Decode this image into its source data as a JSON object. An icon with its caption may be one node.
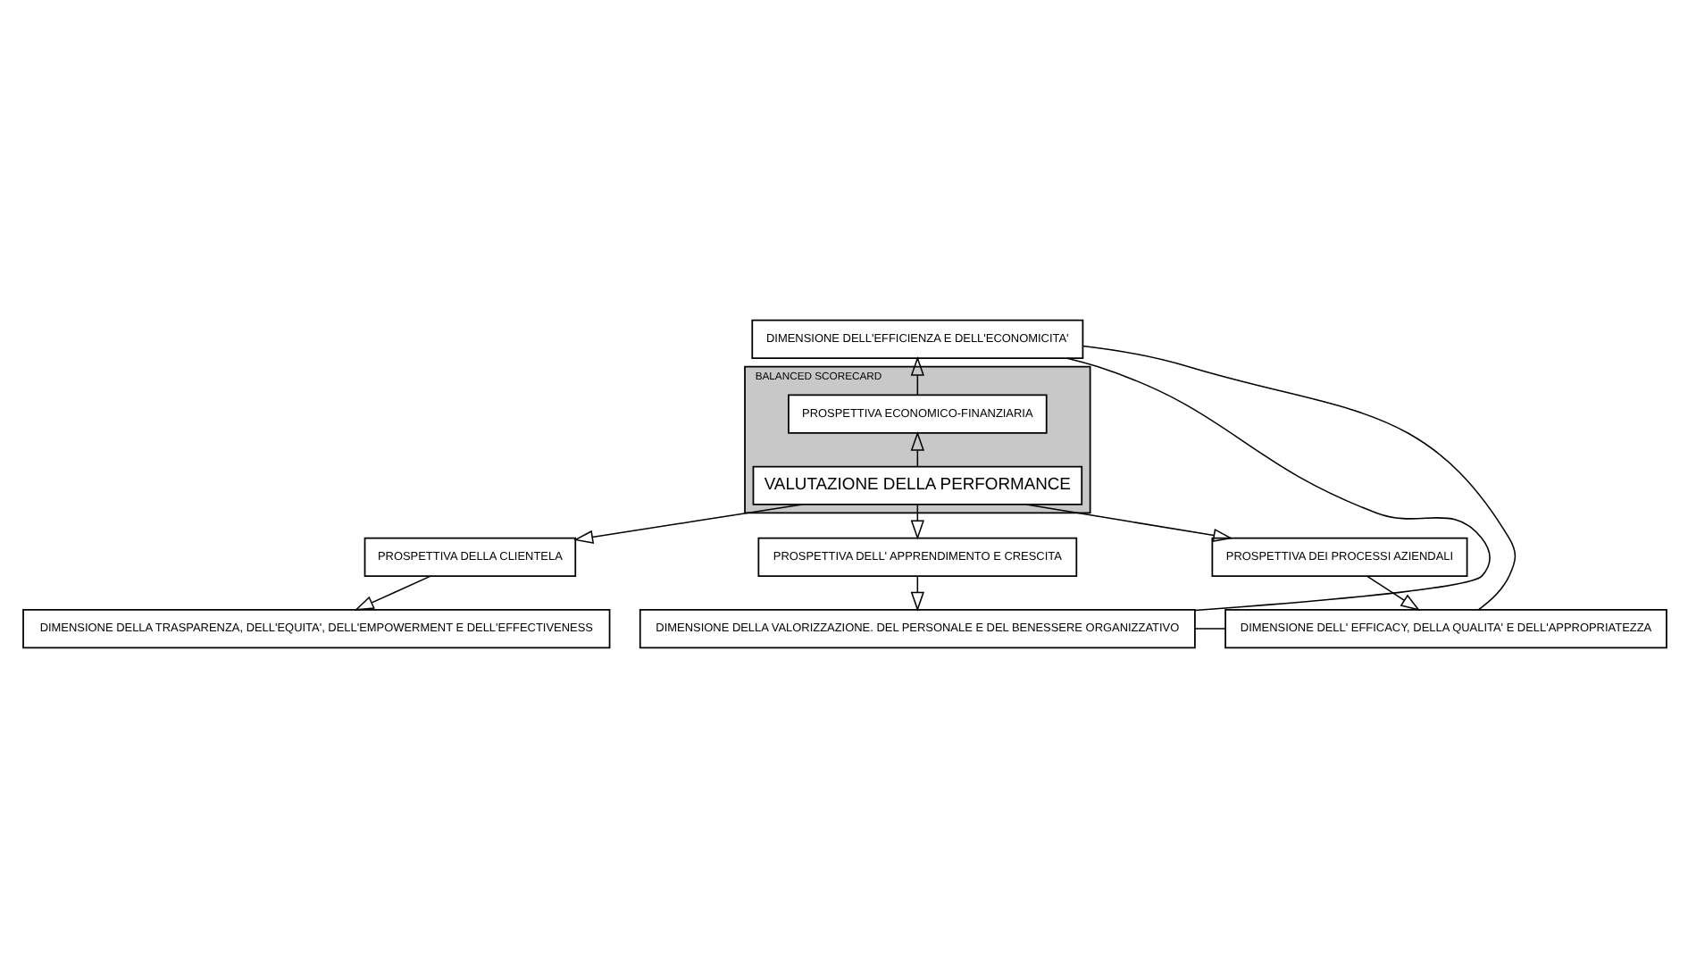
{
  "diagram": {
    "nodes": [
      {
        "text": [
          "DIMENSIONE DELL'EFFICIENZA E DELL'ECONOMICITA'"
        ]
      },
      {
        "text": [
          "BALANCED SCORECARD"
        ]
      },
      {
        "text": [
          "PROSPETTIVA ECONOMICO-FINANZIARIA"
        ],
        "in": 1
      },
      {
        "text": [
          "PROSPETTIVA DELLA CLIENTELA"
        ]
      },
      {
        "text": [
          "VALUTAZIONE DELLA PERFORMANCE"
        ],
        "in": 1
      },
      {
        "text": [
          "PROSPETTIVA DELL' APPRENDIMENTO E CRESCITA"
        ]
      },
      {
        "text": [
          "PROSPETTIVA DEI PROCESSI AZIENDALI"
        ]
      },
      {
        "text": [
          "DIMENSIONE DELLA TRASPARENZA, DELL'EQUITA', DELL'EMPOWERMENT E DELL'EFFECTIVENESS"
        ]
      },
      {
        "text": [
          "DIMENSIONE DELLA VALORIZZAZIONE. DEL PERSONALE E DEL BENESSERE ORGANIZZATIVO"
        ]
      },
      {
        "text": [
          "DIMENSIONE DELL' EFFICACY, DELLA QUALITA' E DELL'APPROPRIATEZZA"
        ]
      }
    ],
    "edges": [
      {
        "from": 4,
        "to": 2,
        "arrow": "to"
      },
      {
        "from": 4,
        "to": 3,
        "arrow": "to"
      },
      {
        "from": 4,
        "to": 5,
        "arrow": "to"
      },
      {
        "from": 4,
        "to": 6,
        "arrow": "to"
      },
      {
        "from": 2,
        "to": 0,
        "arrow": "to"
      },
      {
        "from": 3,
        "to": 7,
        "arrow": "to"
      },
      {
        "from": 5,
        "to": 8,
        "arrow": "to"
      },
      {
        "from": 6,
        "to": 9,
        "arrow": "to"
      },
      {
        "from": 0,
        "to": 9,
        "arrow": "none"
      },
      {
        "from": 0,
        "to": 8,
        "arrow": "none"
      },
      {
        "from": 8,
        "to": 9,
        "arrow": "none"
      }
    ]
  }
}
